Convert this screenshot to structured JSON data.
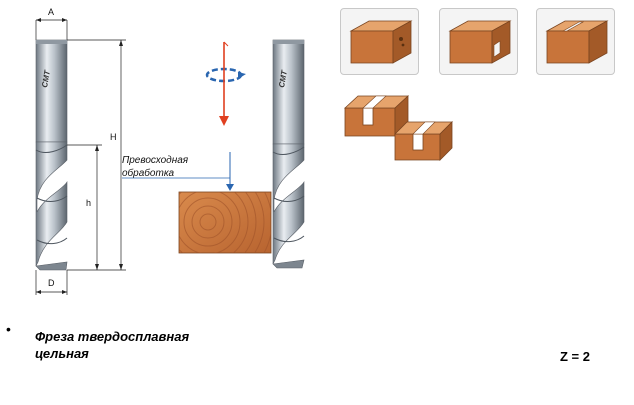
{
  "diagram": {
    "dimension_labels": {
      "shank_diameter": "A",
      "total_length": "H",
      "cutting_length": "h",
      "cutting_diameter": "D"
    },
    "annotation": {
      "line1": "Превосходная",
      "line2": "обработка"
    },
    "brand_logo": "CMT",
    "colors": {
      "arrow": "#e04020",
      "rotation": "#2a66b0",
      "wood": "#c8743a",
      "steel": "#9aa3ad",
      "annotation_arrow": "#2a66b0"
    },
    "thumbnails": [
      {
        "icon": "wood-block-groove-icon"
      },
      {
        "icon": "wood-block-step-icon"
      },
      {
        "icon": "wood-block-slot-icon"
      }
    ],
    "profile_icons": [
      "groove-profile-icon",
      "step-profile-icon"
    ]
  },
  "product": {
    "bullet": "•",
    "title_line1": "Фреза твердосплавная",
    "title_line2": "цельная",
    "teeth": "Z = 2"
  }
}
